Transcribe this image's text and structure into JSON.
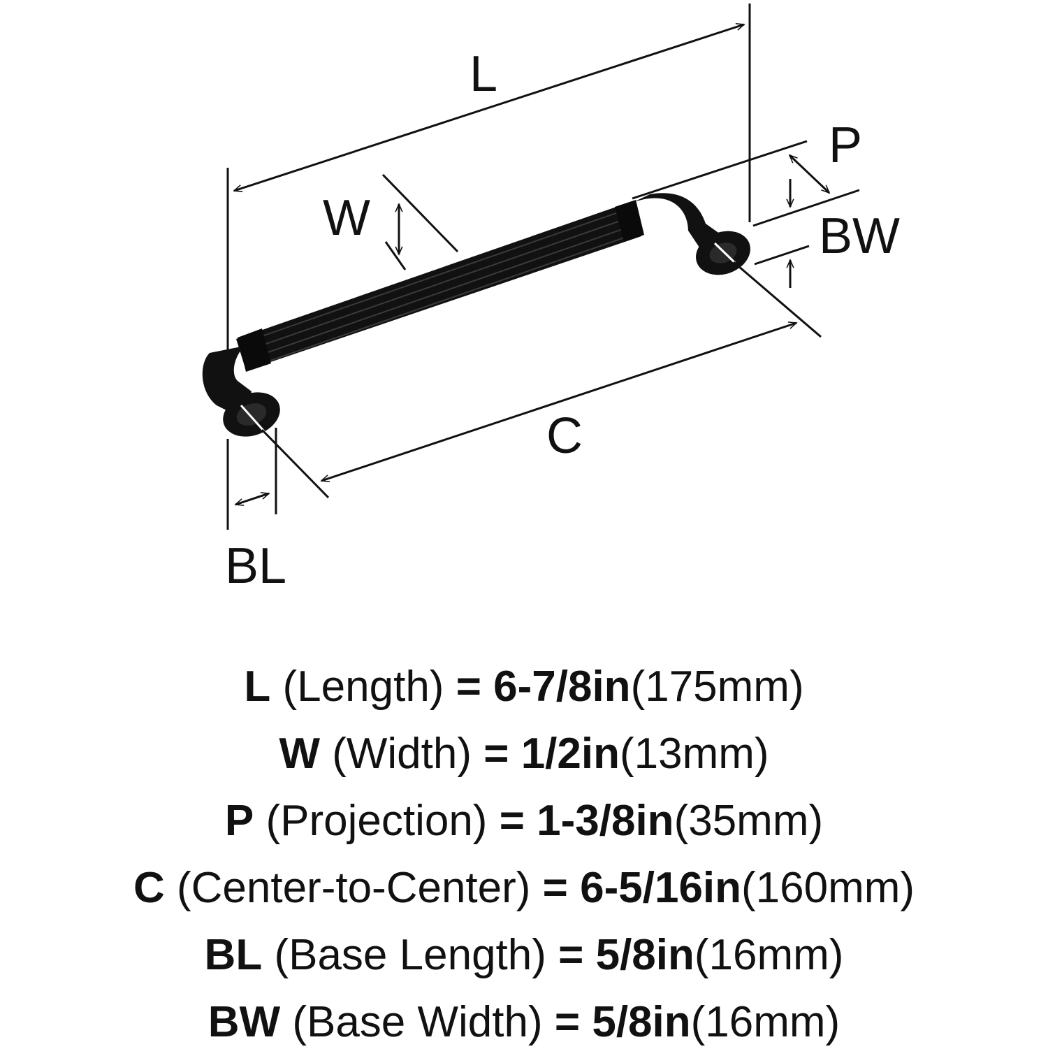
{
  "diagram": {
    "labels": {
      "L": "L",
      "W": "W",
      "P": "P",
      "BW": "BW",
      "C": "C",
      "BL": "BL"
    },
    "handle_color": "#111111",
    "line_color": "#111111"
  },
  "specs": [
    {
      "code": "L",
      "name": "(Length)",
      "eq": "=",
      "inch": "6-7/8in",
      "mm": "(175mm)"
    },
    {
      "code": "W",
      "name": "(Width)",
      "eq": "=",
      "inch": "1/2in",
      "mm": "(13mm)"
    },
    {
      "code": "P",
      "name": "(Projection)",
      "eq": "=",
      "inch": "1-3/8in",
      "mm": "(35mm)"
    },
    {
      "code": "C",
      "name": "(Center-to-Center)",
      "eq": "=",
      "inch": "6-5/16in",
      "mm": "(160mm)"
    },
    {
      "code": "BL",
      "name": "(Base Length)",
      "eq": "=",
      "inch": "5/8in",
      "mm": "(16mm)"
    },
    {
      "code": "BW",
      "name": "(Base Width)",
      "eq": "=",
      "inch": "5/8in",
      "mm": "(16mm)"
    }
  ]
}
